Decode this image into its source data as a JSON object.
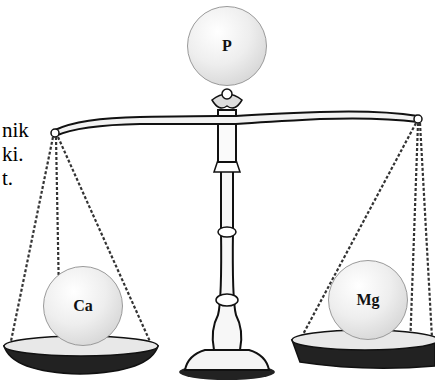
{
  "diagram": {
    "nodes": [
      {
        "text": [
          "P"
        ]
      },
      {
        "text": [
          "Ca"
        ]
      },
      {
        "text": [
          "Mg"
        ]
      }
    ],
    "labels": [
      "nik",
      "ki.",
      "t."
    ]
  }
}
